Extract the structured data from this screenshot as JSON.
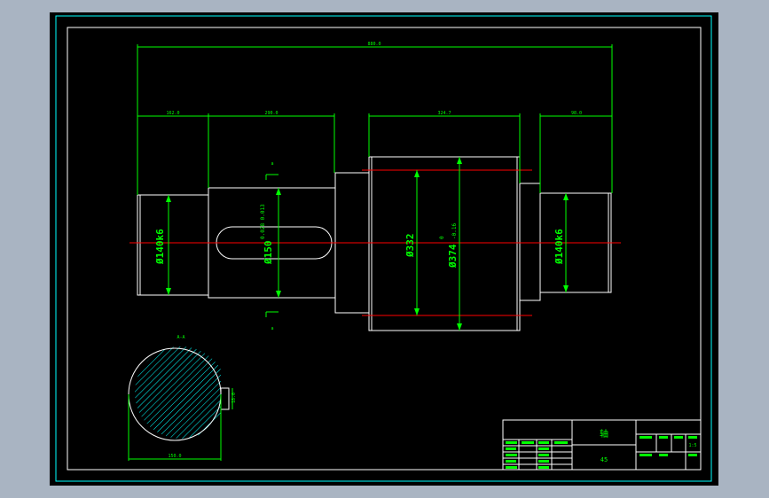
{
  "colors": {
    "background": "#a9b4c2",
    "sheet": "#000000",
    "frame": "#00ffff",
    "outline": "#ffffff",
    "dimension": "#00ff00",
    "centerline": "#ff0000",
    "hatch": "#00ffff"
  },
  "dimensions": {
    "overall_length": "880.0",
    "left_journal_len": "162.0",
    "keyway_section_len": "290.0",
    "gear_section_len": "324.7",
    "right_journal_len": "98.0",
    "dia_left_journal": "Ø140k6",
    "dia_keyway": "Ø150",
    "dia_keyway_tol": "0.028 0.013",
    "dia_gear_inner": "Ø332",
    "dia_gear_outer": "Ø374",
    "dia_gear_tol_upper": "0",
    "dia_gear_tol_lower": "-0.16",
    "dia_right_journal": "Ø140k6",
    "section_label": "A-A",
    "section_width": "150.0",
    "section_key_depth": "18.0",
    "section_arrow_mark": "a"
  },
  "title_block": {
    "part_name": "轴",
    "material": "45",
    "scale": "1:5"
  }
}
